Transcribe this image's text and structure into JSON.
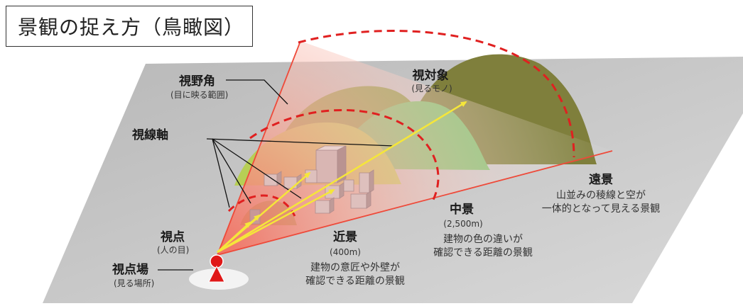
{
  "title": "景観の捉え方（鳥瞰図）",
  "labels": {
    "field_of_view": "視野角",
    "field_of_view_sub": "(目に映る範囲)",
    "object": "視対象",
    "object_sub": "(見るモノ)",
    "sight_axis": "視線軸",
    "viewpoint": "視点",
    "viewpoint_sub": "(人の目)",
    "viewing_place": "視点場",
    "viewing_place_sub": "(見る場所)",
    "near": {
      "name": "近景",
      "distance": "(400m)",
      "desc_line1": "建物の意匠や外壁が",
      "desc_line2": "確認できる距離の景観"
    },
    "middle": {
      "name": "中景",
      "distance": "(2,500m)",
      "desc_line1": "建物の色の違いが",
      "desc_line2": "確認できる距離の景観"
    },
    "far": {
      "name": "遠景",
      "desc_line1": "山並みの稜線と空が",
      "desc_line2": "一体的となって見える景観"
    }
  },
  "colors": {
    "ground": "#c9c9c9",
    "hill_dark": "#7f7f3c",
    "hill_mid": "#8fa44a",
    "hill_green": "#7cc06a",
    "hill_light": "#b7cf55",
    "dashed_red": "#e02020",
    "sight_yellow": "#f5e63a",
    "person_red": "#e01818"
  }
}
